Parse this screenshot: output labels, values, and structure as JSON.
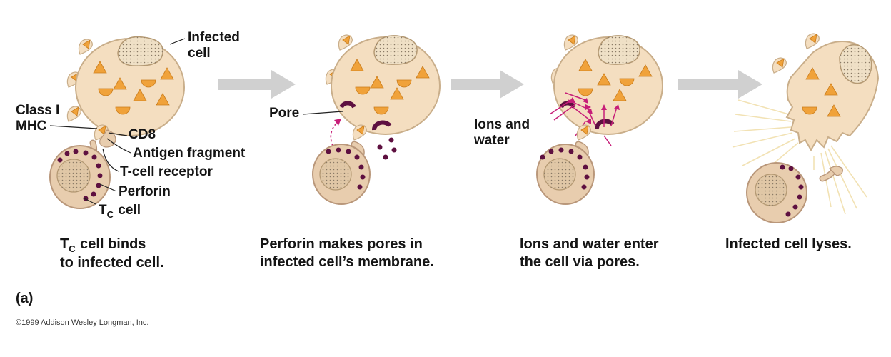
{
  "colors": {
    "infected_cell_fill": "#f4dec0",
    "infected_cell_stroke": "#c9ae8a",
    "tc_cell_fill": "#e8cdae",
    "tc_cell_stroke": "#b9977a",
    "antigen": "#f0a23a",
    "perforin": "#5e1040",
    "ion_arrows": "#c71e78",
    "process_arrow": "#d0d0d0",
    "lysis_rays": "#f2e2b4"
  },
  "panel1": {
    "label_infected_cell": "Infected\ncell",
    "label_class_i": "Class I",
    "label_mhc": "MHC",
    "label_cd8": "CD8",
    "label_antigen_fragment": "Antigen fragment",
    "label_t_cell_receptor": "T-cell receptor",
    "label_perforin": "Perforin",
    "label_tc_main": "T",
    "label_tc_sub": "C",
    "label_tc_rest": " cell",
    "caption_line1_main": "T",
    "caption_line1_sub": "C",
    "caption_line1_rest": " cell binds",
    "caption_line2": "to infected cell."
  },
  "panel2": {
    "label_pore": "Pore",
    "caption_line1": "Perforin makes pores in",
    "caption_line2": "infected cell’s membrane."
  },
  "panel3": {
    "label_ions_water": "Ions and\nwater",
    "caption_line1": "Ions and water enter",
    "caption_line2": "the cell via pores."
  },
  "panel4": {
    "caption": "Infected cell lyses."
  },
  "figure_label": "(a)",
  "copyright": "©1999 Addison Wesley Longman, Inc."
}
